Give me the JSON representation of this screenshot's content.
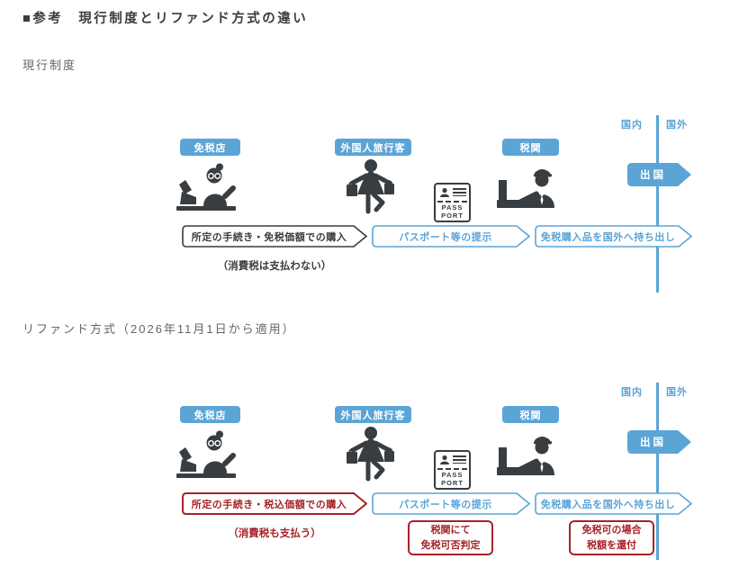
{
  "colors": {
    "blue": "#5BA4D6",
    "dark": "#383D41",
    "red": "#A62328",
    "title": "#3C3C3C",
    "heading": "#666666"
  },
  "title": "■参考　現行制度とリファンド方式の違い",
  "current": {
    "heading": "現行制度",
    "actors": {
      "shop": "免税店",
      "tourist": "外国人旅行客",
      "customs": "税関"
    },
    "boundary": {
      "domestic": "国内",
      "overseas": "国外",
      "departure": "出国"
    },
    "steps": {
      "purchase": "所定の手続き・免税価額での購入",
      "passport": "パスポート等の提示",
      "carry": "免税購入品を国外へ持ち出し"
    },
    "note": "（消費税は支払わない）",
    "passport_icon": {
      "line1": "PASS",
      "line2": "PORT"
    }
  },
  "refund": {
    "heading": "リファンド方式（2026年11月1日から適用）",
    "actors": {
      "shop": "免税店",
      "tourist": "外国人旅行客",
      "customs": "税関"
    },
    "boundary": {
      "domestic": "国内",
      "overseas": "国外",
      "departure": "出国"
    },
    "steps": {
      "purchase": "所定の手続き・税込価額での購入",
      "passport": "パスポート等の提示",
      "carry": "免税購入品を国外へ持ち出し"
    },
    "note": "（消費税も支払う）",
    "callouts": {
      "judge": {
        "line1": "税関にて",
        "line2": "免税可否判定"
      },
      "refund": {
        "line1": "免税可の場合",
        "line2": "税額を還付"
      }
    },
    "passport_icon": {
      "line1": "PASS",
      "line2": "PORT"
    }
  }
}
